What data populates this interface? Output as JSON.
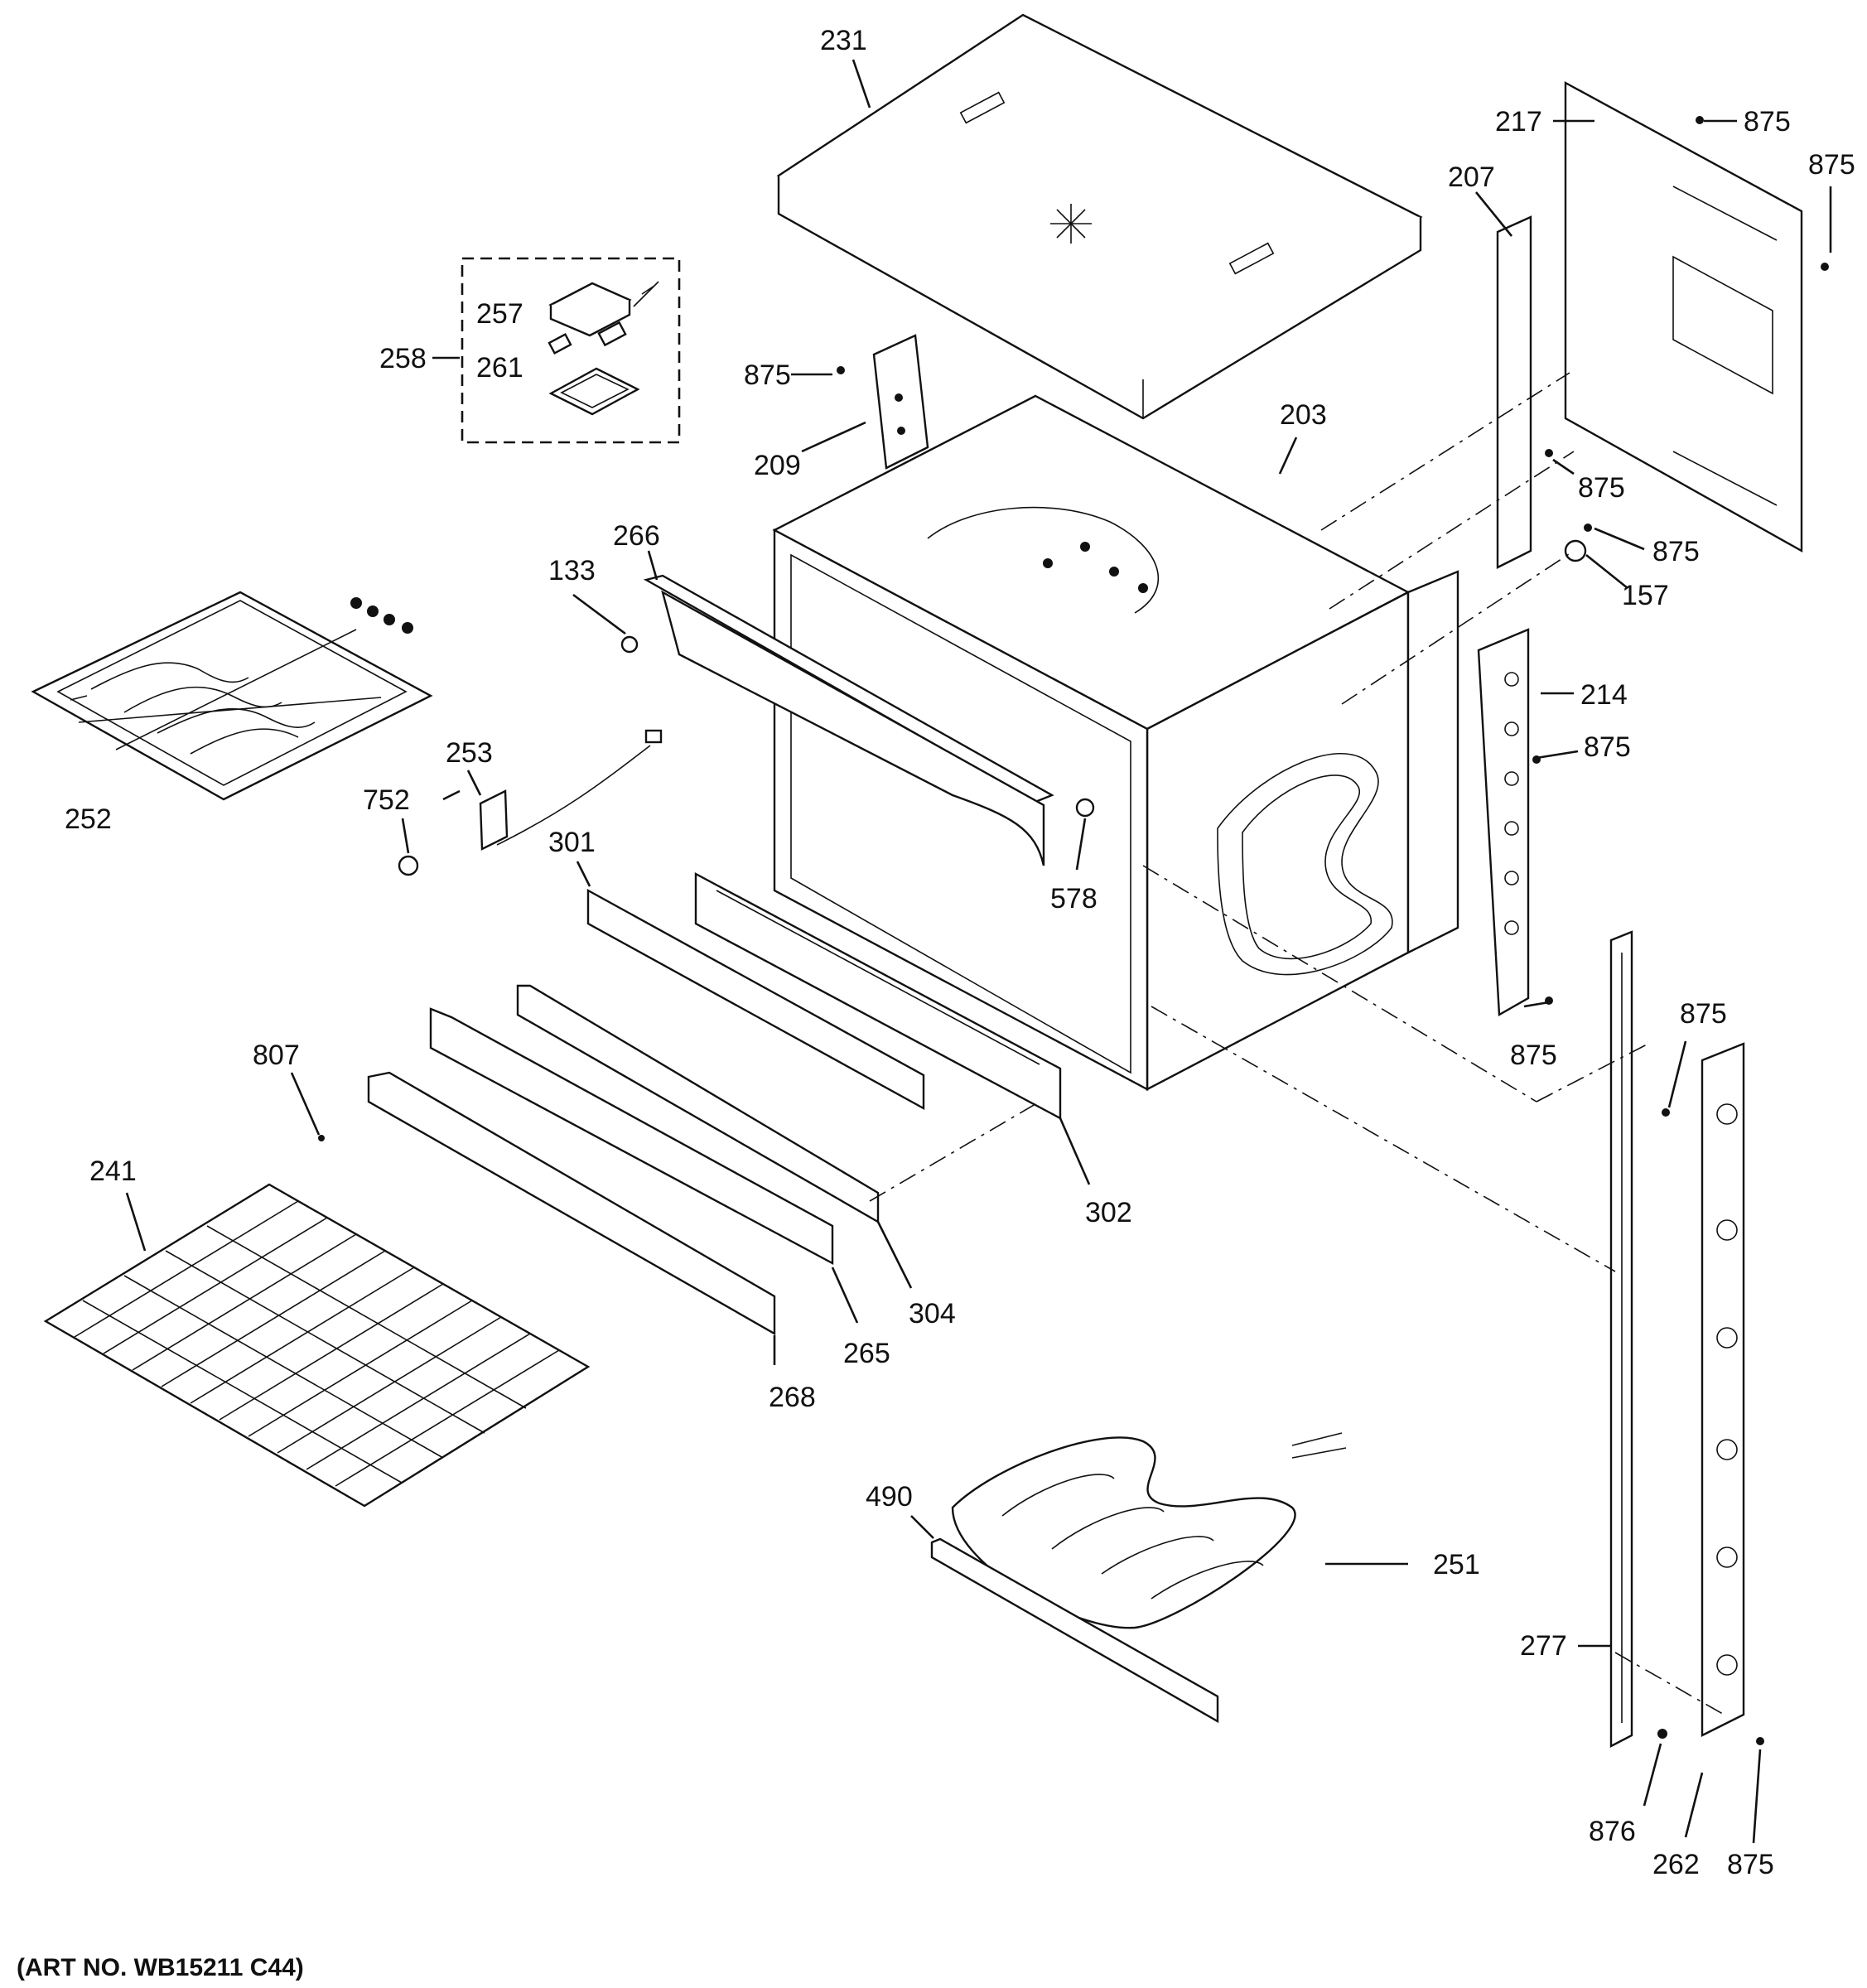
{
  "diagram": {
    "labels": {
      "p231": "231",
      "p217": "217",
      "p875a": "875",
      "p875b": "875",
      "p207": "207",
      "p257": "257",
      "p258": "258",
      "p261": "261",
      "p875c": "875",
      "p203": "203",
      "p209": "209",
      "p875d": "875",
      "p875e": "875",
      "p157": "157",
      "p266": "266",
      "p133": "133",
      "p214": "214",
      "p875f": "875",
      "p252": "252",
      "p253": "253",
      "p752": "752",
      "p301": "301",
      "p578": "578",
      "p875g": "875",
      "p875h": "875",
      "p807": "807",
      "p241": "241",
      "p302": "302",
      "p304": "304",
      "p265": "265",
      "p268": "268",
      "p490": "490",
      "p251": "251",
      "p277": "277",
      "p876": "876",
      "p262": "262",
      "p875i": "875"
    },
    "art_number": "(ART NO. WB15211 C44)"
  }
}
